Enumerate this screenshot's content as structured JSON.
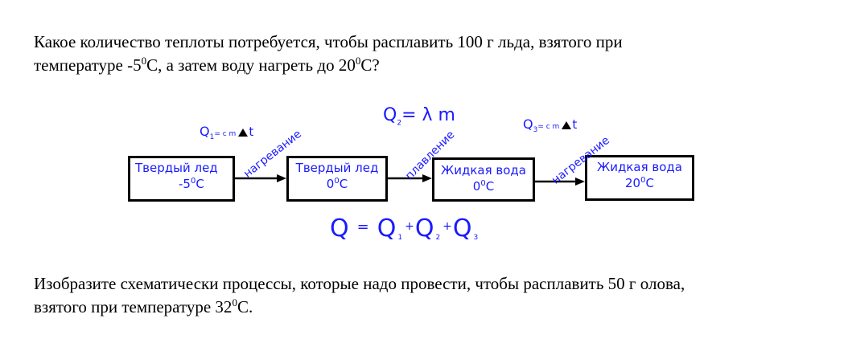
{
  "problem1": {
    "line1": "Какое количество теплоты потребуется, чтобы расплавить 100 г льда, взятого при",
    "line2_a": "температуре -5",
    "line2_sup1": "0",
    "line2_b": "С, а затем воду нагреть до 20",
    "line2_sup2": "0",
    "line2_c": "С?"
  },
  "diagram": {
    "states": [
      {
        "line1": "Твердый лед",
        "line2": "-5",
        "sup": "0",
        "unit": "С"
      },
      {
        "line1": "Твердый лед",
        "line2": "0",
        "sup": "0",
        "unit": "С"
      },
      {
        "line1": "Жидкая вода",
        "line2": "0",
        "sup": "0",
        "unit": "С"
      },
      {
        "line1": "Жидкая вода",
        "line2": "20",
        "sup": "0",
        "unit": "С"
      }
    ],
    "transitions": [
      {
        "process": "нагревание",
        "formula_q": "Q",
        "formula_sub": "1",
        "formula_eq": "= с m",
        "formula_t": "t"
      },
      {
        "process": "плавление",
        "formula_q": "Q",
        "formula_sub": "2",
        "formula_eq": "= λ m"
      },
      {
        "process": "нагревание",
        "formula_q": "Q",
        "formula_sub": "3",
        "formula_eq": "= с m",
        "formula_t": "t"
      }
    ],
    "sum": {
      "q": "Q",
      "eq": "=",
      "q1": "Q",
      "s1": "1",
      "plus": "+",
      "q2": "Q",
      "s2": "2",
      "q3": "Q",
      "s3": "3"
    },
    "colors": {
      "text": "#1a1aff",
      "box_border": "#000000",
      "arrow": "#000000"
    }
  },
  "problem2": {
    "line1": "Изобразите схематически процессы, которые надо провести, чтобы расплавить 50 г олова,",
    "line2_a": "взятого при температуре 32",
    "line2_sup": "0",
    "line2_b": "С."
  }
}
